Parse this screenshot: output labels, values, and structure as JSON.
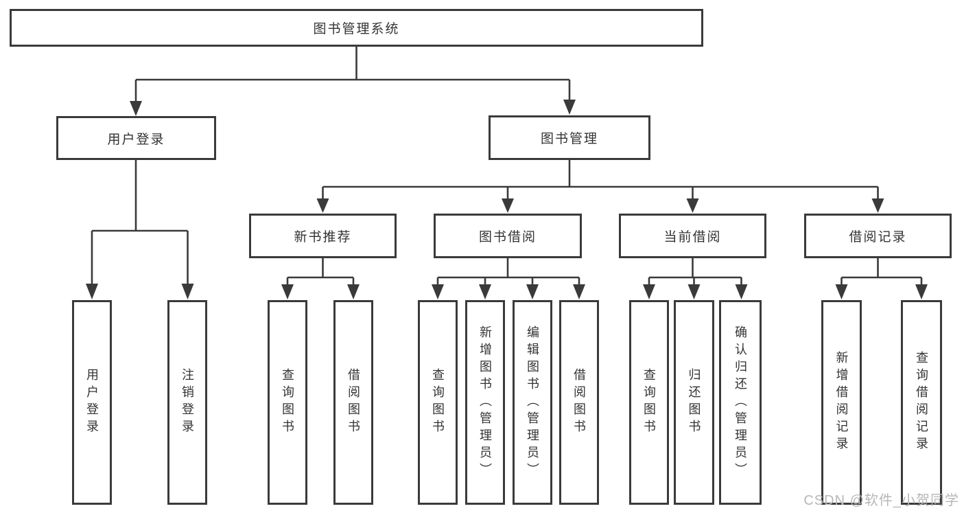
{
  "diagram": {
    "title": "图书管理系统",
    "level2": [
      "用户登录",
      "图书管理"
    ],
    "level3": [
      "新书推荐",
      "图书借阅",
      "当前借阅",
      "借阅记录"
    ],
    "leaves": {
      "user": [
        "用户登录",
        "注销登录"
      ],
      "recommend": [
        "查询图书",
        "借阅图书"
      ],
      "borrow": [
        "查询图书",
        "新增图书（管理员）",
        "编辑图书（管理员）",
        "借阅图书"
      ],
      "current": [
        "查询图书",
        "归还图书",
        "确认归还（管理员）"
      ],
      "records": [
        "新增借阅记录",
        "查询借阅记录"
      ]
    }
  },
  "watermark": "CSDN @软件_小贺同学",
  "colors": {
    "background": "#ffffff",
    "box_border": "#3a3a3a",
    "line": "#3a3a3a",
    "text": "#333333",
    "watermark": "#b7b7b7"
  }
}
